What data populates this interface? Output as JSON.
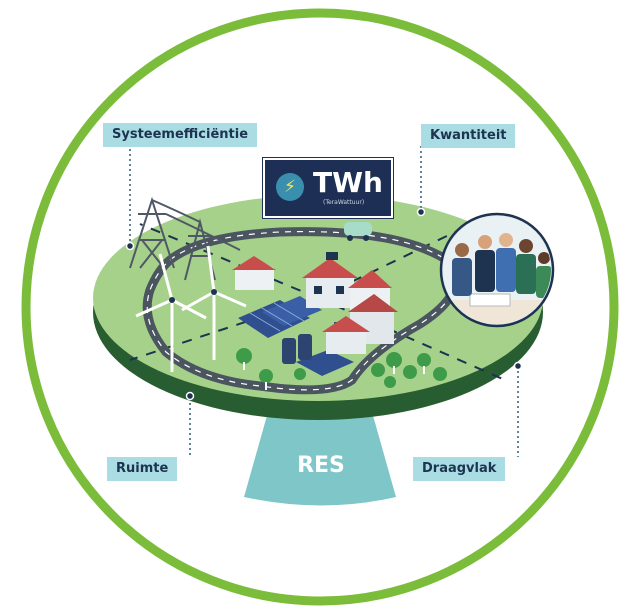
{
  "labels": {
    "systeemefficientie": "Systeemefficiëntie",
    "kwantiteit": "Kwantiteit",
    "ruimte": "Ruimte",
    "draagvlak": "Draagvlak"
  },
  "twh": {
    "title": "TWh",
    "subtitle": "(TeraWattuur)",
    "icon": "lightning-bolt-icon"
  },
  "base": {
    "label": "RES"
  },
  "colors": {
    "ring": "#7bbd3a",
    "platform_top": "#a6d18a",
    "platform_edge": "#275d31",
    "label_bg": "#a9dde3",
    "label_text": "#1d3350",
    "twh_bg": "#1d2f55",
    "pedestal": "#7fc6c9"
  }
}
